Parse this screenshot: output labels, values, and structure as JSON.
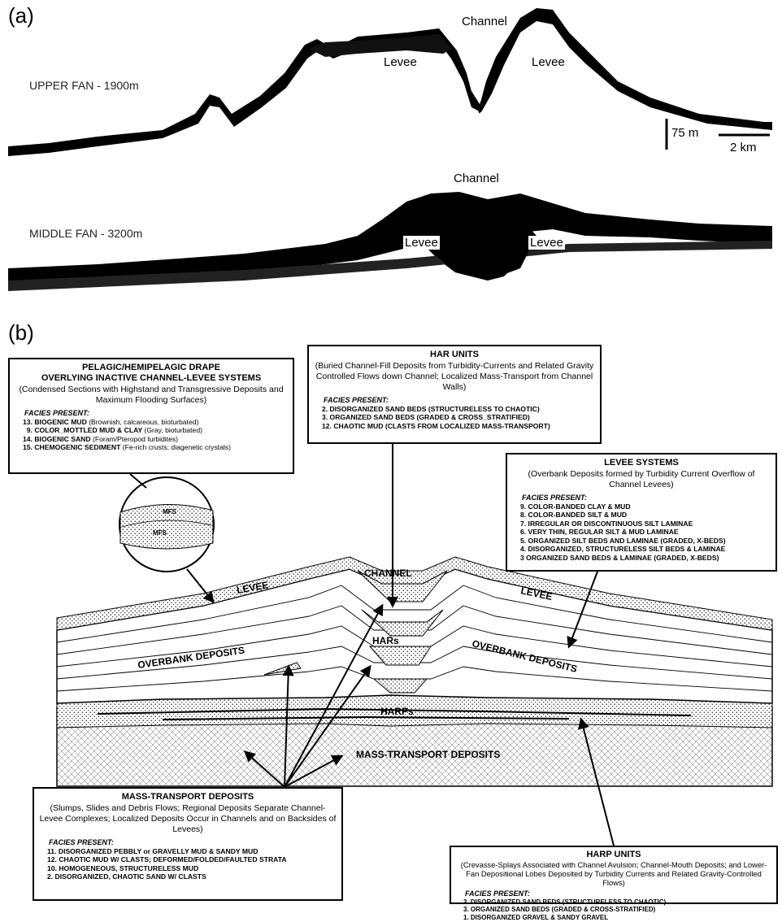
{
  "panel_a": {
    "label": "(a)",
    "upper_fan": {
      "label": "UPPER FAN - 1900m",
      "channel": "Channel",
      "levee_left": "Levee",
      "levee_right": "Levee"
    },
    "middle_fan": {
      "label": "MIDDLE FAN - 3200m",
      "channel": "Channel",
      "levee_left": "Levee",
      "levee_right": "Levee"
    },
    "scale_vertical": "75 m",
    "scale_horizontal": "2 km"
  },
  "panel_b": {
    "label": "(b)",
    "pelagic_box": {
      "title_line1": "PELAGIC/HEMIPELAGIC DRAPE",
      "title_line2": "OVERLYING INACTIVE CHANNEL-LEVEE SYSTEMS",
      "desc": "(Condensed Sections with Highstand and Transgressive Deposits and Maximum Flooding Surfaces)",
      "facies_label": "FACIES PRESENT:",
      "facies": [
        {
          "num": "13.",
          "name": "BIOGENIC MUD",
          "note": "(Brownish, calcareous, bioturbated)"
        },
        {
          "num": "9.",
          "name": "COLOR_MOTTLED MUD & CLAY",
          "note": "(Gray, bioturbated)"
        },
        {
          "num": "14.",
          "name": "BIOGENIC SAND",
          "note": "(Foram/Pteropod turbidites)"
        },
        {
          "num": "15.",
          "name": "CHEMOGENIC SEDIMENT",
          "note": "(Fe-rich crusts; diagenetic crystals)"
        }
      ]
    },
    "har_box": {
      "title": "HAR UNITS",
      "desc": "(Buried Channel-Fill Deposits from Turbidity-Currents and Related Gravity Controlled Flows down Channel; Localized Mass-Transport from Channel Walls)",
      "facies_label": "FACIES PRESENT:",
      "facies": [
        "2. DISORGANIZED SAND BEDS (STRUCTURELESS TO CHAOTIC)",
        "3. ORGANIZED SAND BEDS (GRADED & CROSS_STRATIFIED)",
        "12. CHAOTIC MUD (CLASTS FROM LOCALIZED MASS-TRANSPORT)"
      ]
    },
    "levee_box": {
      "title": "LEVEE SYSTEMS",
      "desc": "(Overbank Deposits formed by Turbidity Current Overflow of Channel Levees)",
      "facies_label": "FACIES PRESENT:",
      "facies": [
        "9. COLOR-BANDED CLAY & MUD",
        "8. COLOR-BANDED SILT & MUD",
        "7. IRREGULAR OR DISCONTINUOUS SILT LAMINAE",
        "6. VERY THIN, REGULAR SILT & MUD LAMINAE",
        "5. ORGANIZED SILT BEDS AND LAMINAE (GRADED, X-BEDS)",
        "4. DISORGANIZED, STRUCTURELESS SILT BEDS & LAMINAE",
        "3 ORGANIZED SAND BEDS & LAMINAE (GRADED, X-BEDS)"
      ]
    },
    "mass_box": {
      "title": "MASS-TRANSPORT DEPOSITS",
      "desc": "(Slumps, Slides and Debris Flows; Regional Deposits Separate Channel-Levee Complexes; Localized Deposits Occur in Channels and on Backsides of Levees)",
      "facies_label": "FACIES PRESENT:",
      "facies": [
        "11. DISORGANIZED PEBBLY or GRAVELLY MUD & SANDY MUD",
        "12. CHAOTIC MUD W/ CLASTS; DEFORMED/FOLDED/FAULTED STRATA",
        "10. HOMOGENEOUS, STRUCTURELESS MUD",
        "2. DISORGANIZED, CHAOTIC SAND W/ CLASTS"
      ]
    },
    "harp_box": {
      "title": "HARP UNITS",
      "desc": "(Crevasse-Splays Associated with Channel Avulsion; Channel-Mouth Deposits; and Lower-Fan Depositional Lobes Deposited by Turbidity Currents and Related Gravity-Controlled Flows)",
      "facies_label": "FACIES PRESENT:",
      "facies": [
        "2. DISORGANIZED SAND BEDS (STRUCTURELESS TO CHAOTIC)",
        "3. ORGANIZED SAND BEDS (GRADED & CROSS-STRATIFIED)",
        "1. DISORGANIZED GRAVEL & SANDY GRAVEL"
      ]
    },
    "diagram_labels": {
      "channel": "CHANNEL",
      "levee_left": "LEVEE",
      "levee_right": "LEVEE",
      "overbank_left": "OVERBANK DEPOSITS",
      "overbank_right": "OVERBANK DEPOSITS",
      "hars": "HARs",
      "harps": "HARPs",
      "mass_transport": "MASS-TRANSPORT DEPOSITS",
      "mfs_upper": "MFS",
      "mfs_lower": "MFS"
    }
  }
}
